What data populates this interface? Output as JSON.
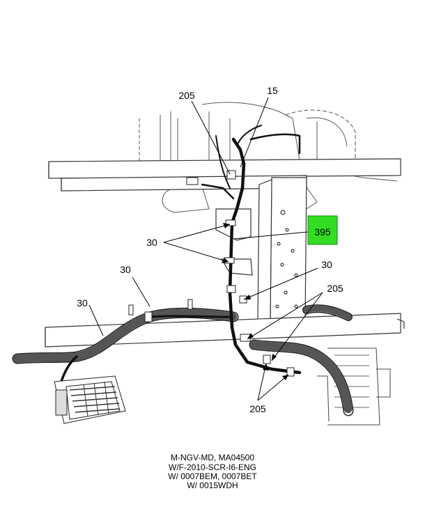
{
  "callouts": {
    "top_205": "205",
    "top_15": "15",
    "left_30": "30",
    "mid_30": "30",
    "lower_30": "30",
    "right_30": "30",
    "right_205": "205",
    "bottom_205": "205"
  },
  "highlight": {
    "label": "395",
    "color": "#33dd22"
  },
  "caption": {
    "line1": "M-NGV-MD, MA04500",
    "line2": "W/F-2010-SCR-I6-ENG",
    "line3": "W/ 0007BEM, 0007BET",
    "line4": "W/ 0015WDH"
  }
}
